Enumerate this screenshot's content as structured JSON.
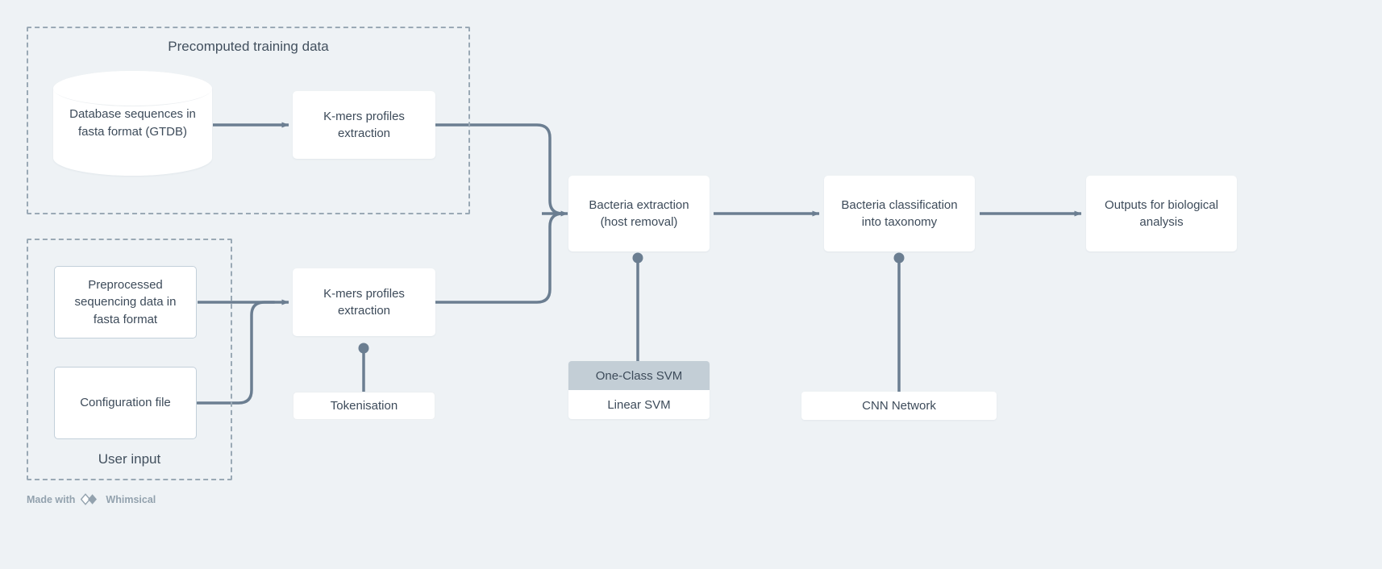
{
  "canvas": {
    "background": "#eef2f5",
    "node_fill": "#ffffff",
    "wire_color": "#6b7e91",
    "text_color": "#3d4b5a",
    "dashed_border": "#9aa9b5",
    "highlight_fill": "#c3ced6"
  },
  "groups": [
    {
      "id": "precomputed",
      "label": "Precomputed training data"
    },
    {
      "id": "user-input",
      "label": "User input"
    }
  ],
  "nodes": {
    "database": "Database sequences in\nfasta format (GTDB)",
    "kmers_train": "K-mers profiles\nextraction",
    "preprocessed": "Preprocessed\nsequencing data in\nfasta format",
    "config_file": "Configuration file",
    "kmers_user": "K-mers profiles\nextraction",
    "tokenisation": "Tokenisation",
    "bacteria_extraction": "Bacteria extraction\n(host removal)",
    "bacteria_classification": "Bacteria classification\ninto taxonomy",
    "outputs": "Outputs for biological\nanalysis"
  },
  "extraction_models": {
    "options": [
      {
        "label": "One-Class SVM",
        "selected": true
      },
      {
        "label": "Linear SVM",
        "selected": false
      }
    ]
  },
  "classification_models": {
    "options": [
      {
        "label": "CNN Network",
        "selected": false
      }
    ]
  },
  "watermark": {
    "prefix": "Made with",
    "brand": "Whimsical"
  }
}
